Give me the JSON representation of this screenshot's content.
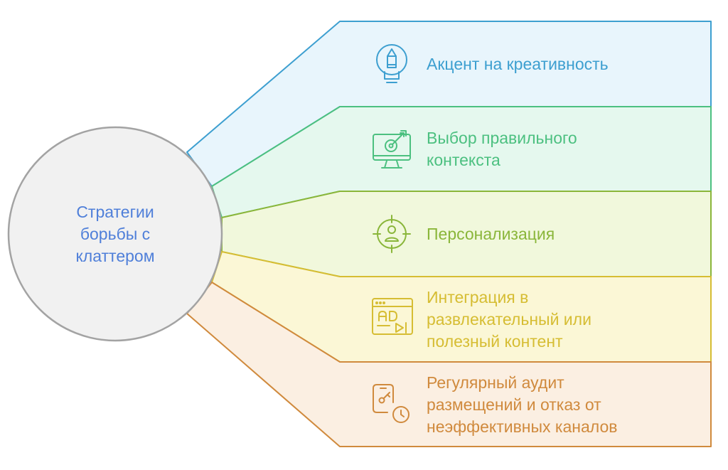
{
  "center": {
    "label": "Стратегии\nборьбы с\nклаттером",
    "color": "#4f7fd9",
    "fill": "#f1f1f1",
    "stroke": "#a3a3a3"
  },
  "strategies": [
    {
      "label": "Акцент на креативность",
      "icon": "lightbulb-pencil-icon",
      "color": "#3d9fd0",
      "fill": "#e8f5fc"
    },
    {
      "label": "Выбор правильного\nконтекста",
      "icon": "monitor-target-icon",
      "color": "#4cc080",
      "fill": "#e5f8ee"
    },
    {
      "label": "Персонализация",
      "icon": "user-crosshair-icon",
      "color": "#8ab63a",
      "fill": "#f1f8dc"
    },
    {
      "label": "Интеграция в\nразвлекательный или\nполезный контент",
      "icon": "ad-video-icon",
      "color": "#d6bd33",
      "fill": "#fbf7d6"
    },
    {
      "label": "Регулярный аудит\nразмещений и отказ от\nнеэффективных каналов",
      "icon": "phone-key-clock-icon",
      "color": "#d08a3d",
      "fill": "#fbefe2"
    }
  ]
}
